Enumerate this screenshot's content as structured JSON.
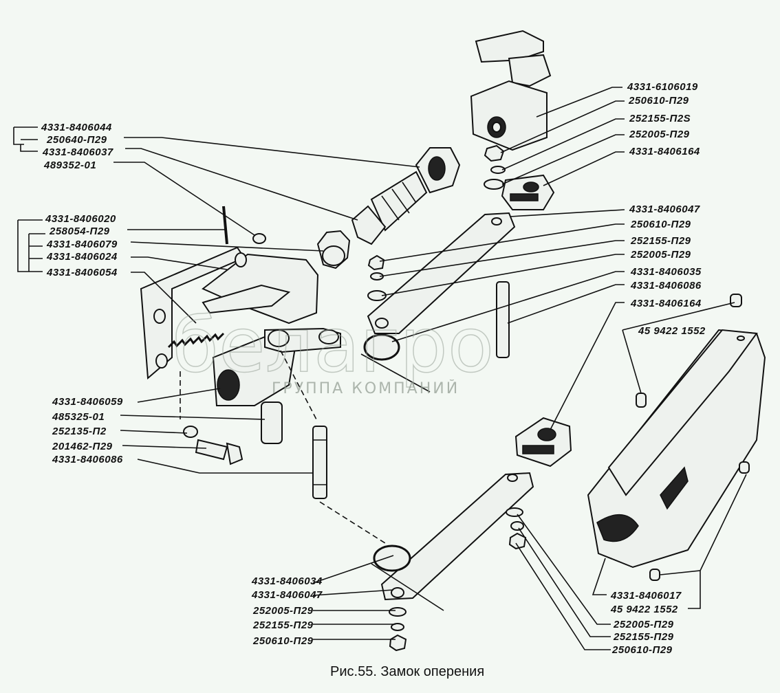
{
  "caption": "Рис.55. Замок оперения",
  "watermark": {
    "brand": "белагро",
    "sub": "ГРУППА КОМПАНИЙ"
  },
  "labels_left": [
    "4331-8406044",
    "250640-П29",
    "4331-8406037",
    "489352-01",
    "4331-8406020",
    "258054-П29",
    "4331-8406079",
    "4331-8406024",
    "4331-8406054",
    "4331-8406059",
    "485325-01",
    "252135-П2",
    "201462-П29",
    "4331-8406086"
  ],
  "labels_right": [
    "4331-6106019",
    "250610-П29",
    "252155-П2S",
    "252005-П29",
    "4331-8406164",
    "4331-8406047",
    "250610-П29",
    "252155-П29",
    "252005-П29",
    "4331-8406035",
    "4331-8406086",
    "4331-8406164",
    "45 9422 1552"
  ],
  "labels_bottom": [
    "4331-8406034",
    "4331-8406047",
    "252005-П29",
    "252155-П29",
    "250610-П29"
  ],
  "labels_bottom_right": [
    "4331-8406017",
    "45 9422 1552",
    "252005-П29",
    "252155-П29",
    "250610-П29"
  ]
}
